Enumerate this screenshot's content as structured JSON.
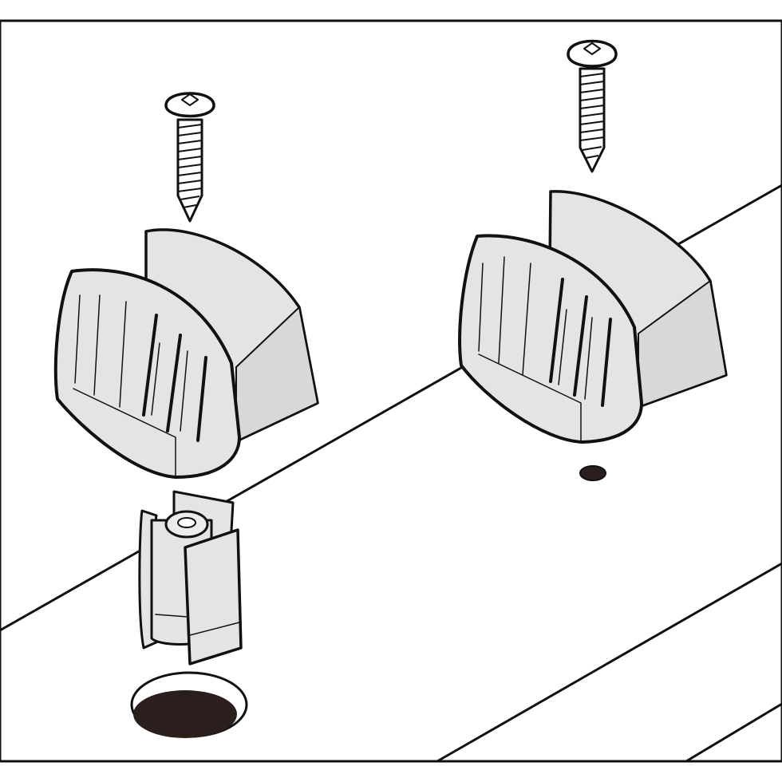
{
  "figure": {
    "kind": "assembly-illustration",
    "caption": "",
    "palette": {
      "ink": "#111111",
      "part_fill": "#e4e4e4",
      "part_shade": "#cfcfcf",
      "background": "#ffffff",
      "hole_fill": "#2a1f1c",
      "screw_fill": "#ffffff"
    },
    "parts": [
      {
        "id": "screw-left",
        "type": "screw",
        "label": ""
      },
      {
        "id": "screw-right",
        "type": "screw",
        "label": ""
      },
      {
        "id": "guide-left",
        "type": "slotted-guide-block",
        "label": ""
      },
      {
        "id": "guide-right",
        "type": "slotted-guide-block",
        "label": ""
      },
      {
        "id": "hinge-insert",
        "type": "plastic-insert",
        "label": ""
      },
      {
        "id": "pilot-hole",
        "type": "pilot-hole",
        "label": ""
      },
      {
        "id": "mounting-hole",
        "type": "drilled-hole",
        "label": ""
      }
    ]
  }
}
